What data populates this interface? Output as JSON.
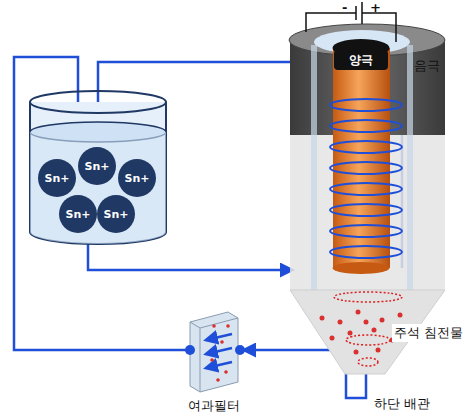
{
  "diagram": {
    "nodes": [
      {
        "text": [
          "Sn+"
        ]
      },
      {
        "text": [
          "Sn+"
        ]
      },
      {
        "text": [
          "Sn+"
        ]
      },
      {
        "text": [
          "Sn+"
        ]
      },
      {
        "text": [
          "Sn+"
        ]
      },
      {
        "text": [
          "양극"
        ]
      },
      {
        "text": [
          "음극"
        ]
      },
      {
        "text": [
          "여과필터"
        ]
      }
    ],
    "labels": [
      "-",
      "+",
      "주석 침전물",
      "하단 배관"
    ]
  }
}
